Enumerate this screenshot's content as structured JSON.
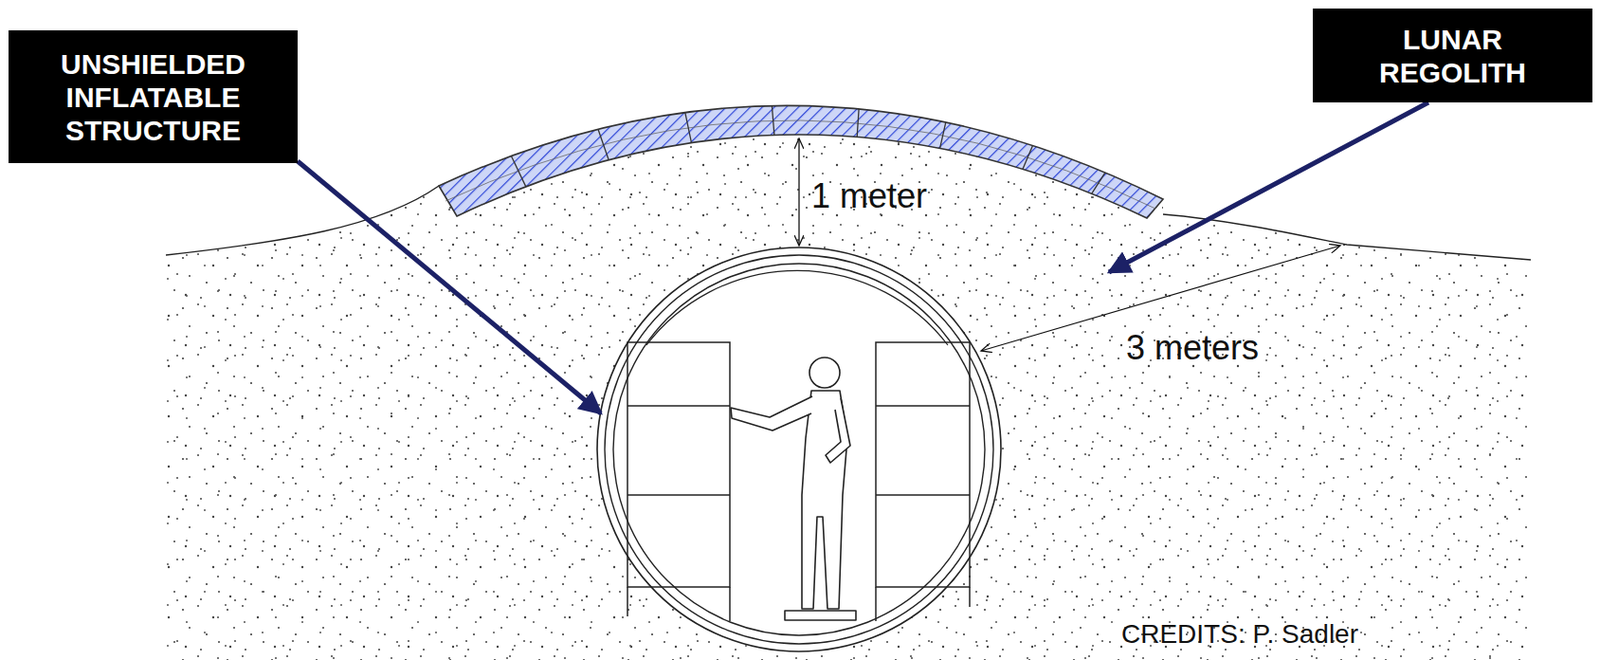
{
  "diagram": {
    "nodes": [
      {
        "text": [
          "UNSHIELDED INFLATABLE STRUCTURE"
        ]
      },
      {
        "text": [
          "LUNAR REGOLITH"
        ]
      }
    ],
    "labels": [
      "1 meter",
      "3 meters",
      "CREDITS: P. Sadler"
    ]
  }
}
